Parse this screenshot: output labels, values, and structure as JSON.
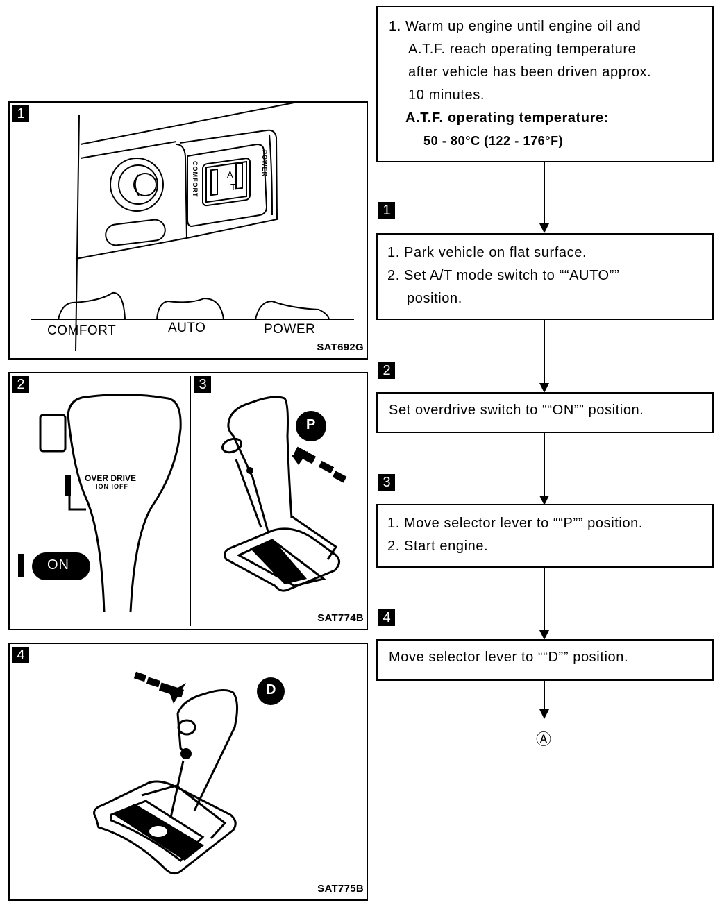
{
  "figures": {
    "fig1": {
      "badge": "1",
      "code": "SAT692G",
      "switch_labels": [
        "COMFORT",
        "AUTO",
        "POWER"
      ],
      "switch_face": {
        "left": "COMFORT",
        "right": "POWER",
        "center_top": "A",
        "center_bottom": "T"
      }
    },
    "fig2": {
      "badge": "2",
      "knob_text_line1": "OVER DRIVE",
      "knob_text_line2": "ION IOFF",
      "on_pill": "ON"
    },
    "fig3": {
      "badge": "3",
      "position_circle": "P",
      "code": "SAT774B"
    },
    "fig4": {
      "badge": "4",
      "position_circle": "D",
      "code": "SAT775B"
    }
  },
  "flowchart": {
    "start_box": {
      "lines": [
        "1. Warm up engine until engine oil and",
        "A.T.F. reach operating temperature",
        "after vehicle has been driven approx.",
        "10 minutes."
      ],
      "spec_label": "A.T.F. operating temperature:",
      "spec_value": "50 - 80°C (122 - 176°F)"
    },
    "steps": [
      {
        "badge": "1",
        "lines": [
          "1. Park vehicle on flat surface.",
          "2. Set A/T mode switch to ““AUTO””",
          "position."
        ]
      },
      {
        "badge": "2",
        "lines": [
          "Set overdrive switch to ““ON”” position."
        ]
      },
      {
        "badge": "3",
        "lines": [
          "1. Move selector lever to ““P”” position.",
          "2. Start engine."
        ]
      },
      {
        "badge": "4",
        "lines": [
          "Move selector lever to ““D”” position."
        ]
      }
    ],
    "connector": "Ⓐ"
  }
}
